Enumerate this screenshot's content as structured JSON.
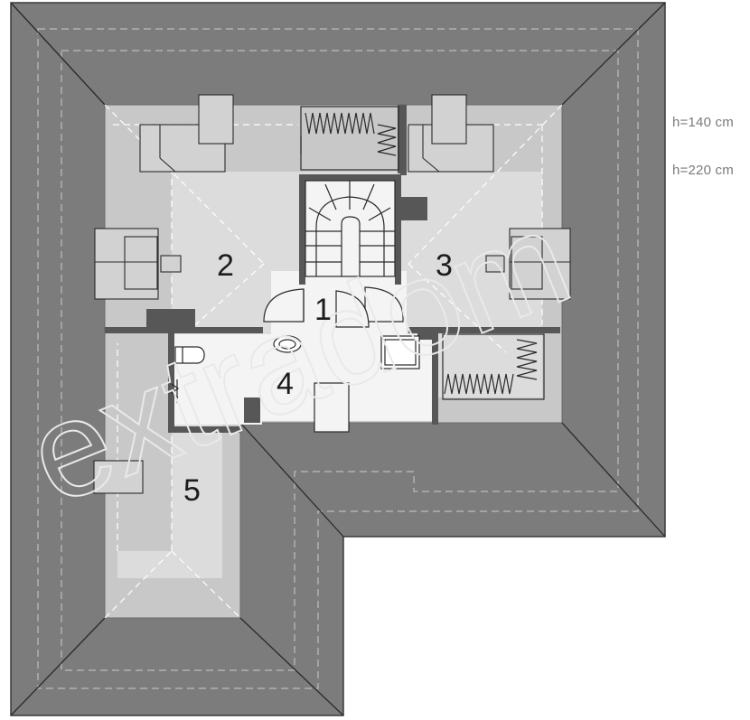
{
  "legend": {
    "low_clearance": "h=140 cm",
    "high_clearance": "h=220 cm"
  },
  "rooms": [
    {
      "number": "1"
    },
    {
      "number": "2"
    },
    {
      "number": "3"
    },
    {
      "number": "4"
    },
    {
      "number": "5"
    }
  ],
  "watermark": "extradom",
  "colors": {
    "roof": "#7c7c7c",
    "low_clearance_fill": "#c8c8c8",
    "high_clearance_fill": "#dcdcdc",
    "floor_fill": "#f4f4f4",
    "wall": "#575757"
  }
}
